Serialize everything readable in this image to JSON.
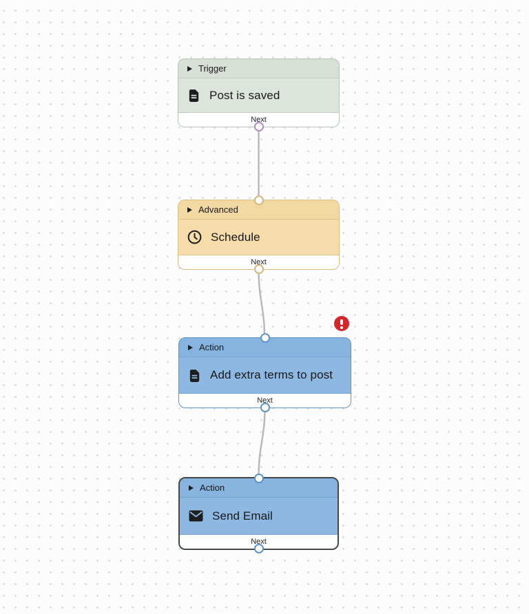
{
  "canvas": {
    "background_color": "#fcfcfc",
    "dot_color": "#d7d7da",
    "connector_color": "#b9b9bd"
  },
  "nodes": [
    {
      "id": "trigger",
      "type": "Trigger",
      "title": "Post is saved",
      "icon": "document-icon",
      "port_label": "Next",
      "fill_color": "#dde4db",
      "border_color": "#b7c2b6",
      "output_handle_color": "#b08cc4",
      "has_error": false,
      "selected": false
    },
    {
      "id": "advanced",
      "type": "Advanced",
      "title": "Schedule",
      "icon": "clock-icon",
      "port_label": "Next",
      "fill_color": "#f5dcaa",
      "border_color": "#d8bc80",
      "output_handle_color": "#d3b87e",
      "has_error": false,
      "selected": false
    },
    {
      "id": "action-1",
      "type": "Action",
      "title": "Add extra terms to post",
      "icon": "document-icon",
      "port_label": "Next",
      "fill_color": "#8cb8e1",
      "border_color": "#5e94c5",
      "output_handle_color": "#5e94c5",
      "has_error": true,
      "selected": false
    },
    {
      "id": "action-2",
      "type": "Action",
      "title": "Send Email",
      "icon": "envelope-icon",
      "port_label": "Next",
      "fill_color": "#8cb8e1",
      "border_color": "#42474c",
      "output_handle_color": "#5e94c5",
      "has_error": false,
      "selected": true
    }
  ],
  "error_badge": {
    "color": "#d7262b",
    "symbol": "exclamation"
  },
  "connections": [
    {
      "from": "trigger",
      "to": "advanced"
    },
    {
      "from": "advanced",
      "to": "action-1"
    },
    {
      "from": "action-1",
      "to": "action-2"
    }
  ]
}
